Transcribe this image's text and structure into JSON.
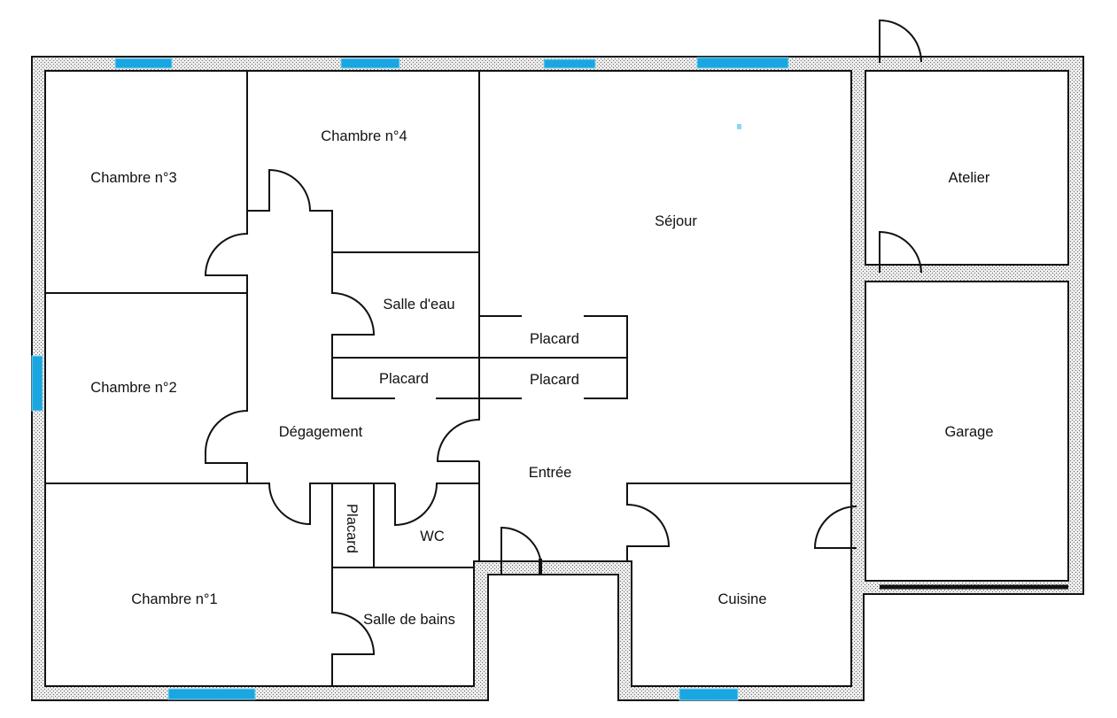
{
  "rooms": {
    "chambre3": "Chambre n°3",
    "chambre4": "Chambre n°4",
    "sejour": "Séjour",
    "atelier": "Atelier",
    "salle_eau": "Salle d'eau",
    "placard_sejour": "Placard",
    "placard_couloir": "Placard",
    "placard_entree": "Placard",
    "chambre2": "Chambre n°2",
    "degagement": "Dégagement",
    "garage": "Garage",
    "entree": "Entrée",
    "placard_wc": "Placard",
    "wc": "WC",
    "chambre1": "Chambre n°1",
    "salle_bains": "Salle de bains",
    "cuisine": "Cuisine"
  },
  "colors": {
    "wall_fill": "#e6e6e6",
    "wall_line": "#111111",
    "window": "#1aa6e0",
    "window_edge": "#8fd6ef",
    "garage_door": "#111111"
  }
}
